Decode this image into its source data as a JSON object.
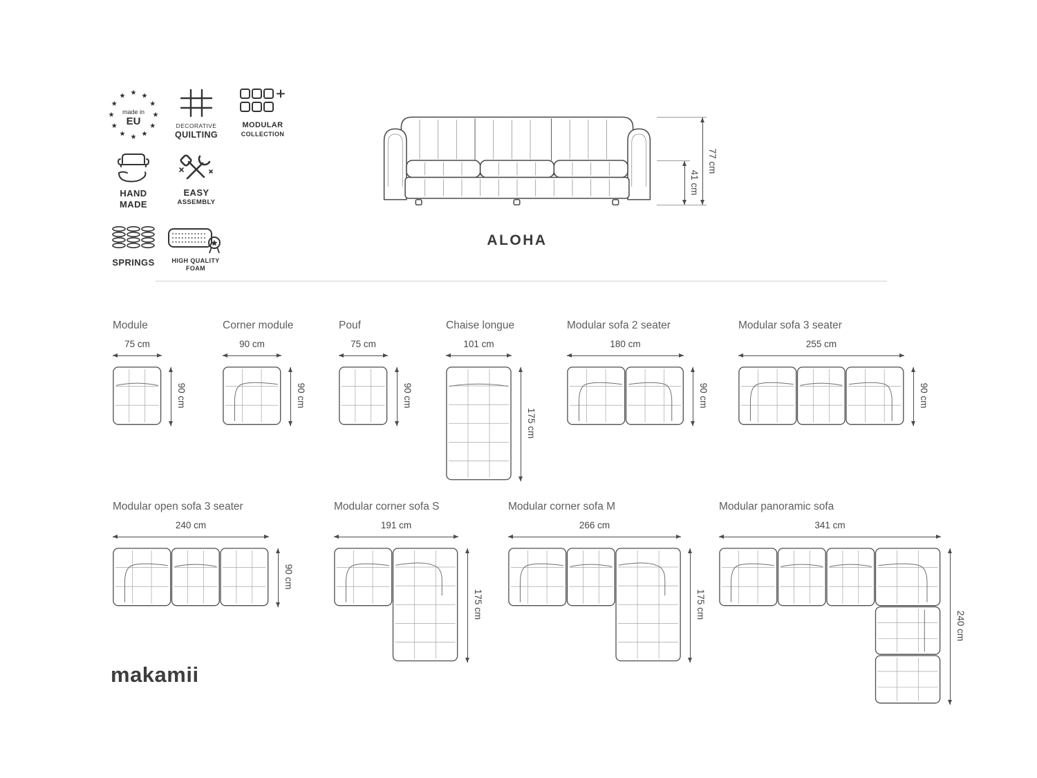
{
  "features": {
    "made_in_eu": {
      "line1": "made in",
      "line2": "EU"
    },
    "decorative_quilting": {
      "line1": "DECORATIVE",
      "line2": "QUILTING"
    },
    "modular_collection": {
      "line1": "MODULAR",
      "line2": "COLLECTION"
    },
    "hand_made": {
      "line1": "HAND",
      "line2": "MADE"
    },
    "easy_assembly": {
      "line1": "EASY",
      "line2": "ASSEMBLY"
    },
    "springs": {
      "line1": "SPRINGS"
    },
    "high_quality_foam": {
      "line1": "HIGH QUALITY",
      "line2": "FOAM"
    }
  },
  "hero": {
    "product_name": "ALOHA",
    "total_height": "77 cm",
    "seat_height": "41 cm"
  },
  "products": [
    {
      "name": "Module",
      "width": "75 cm",
      "depth": "90 cm"
    },
    {
      "name": "Corner module",
      "width": "90 cm",
      "depth": "90 cm"
    },
    {
      "name": "Pouf",
      "width": "75 cm",
      "depth": "90 cm"
    },
    {
      "name": "Chaise longue",
      "width": "101 cm",
      "depth": "175 cm"
    },
    {
      "name": "Modular sofa 2 seater",
      "width": "180 cm",
      "depth": "90 cm"
    },
    {
      "name": "Modular sofa 3 seater",
      "width": "255 cm",
      "depth": "90 cm"
    },
    {
      "name": "Modular open sofa 3 seater",
      "width": "240 cm",
      "depth": "90 cm"
    },
    {
      "name": "Modular corner sofa S",
      "width": "191 cm",
      "depth": "175 cm"
    },
    {
      "name": "Modular corner sofa M",
      "width": "266 cm",
      "depth": "175 cm"
    },
    {
      "name": "Modular panoramic sofa",
      "width": "341 cm",
      "depth": "240 cm"
    }
  ],
  "brand": "makamii",
  "colors": {
    "line_art": "#4a4a4a",
    "dimension_text": "#464646",
    "background": "#ffffff"
  }
}
